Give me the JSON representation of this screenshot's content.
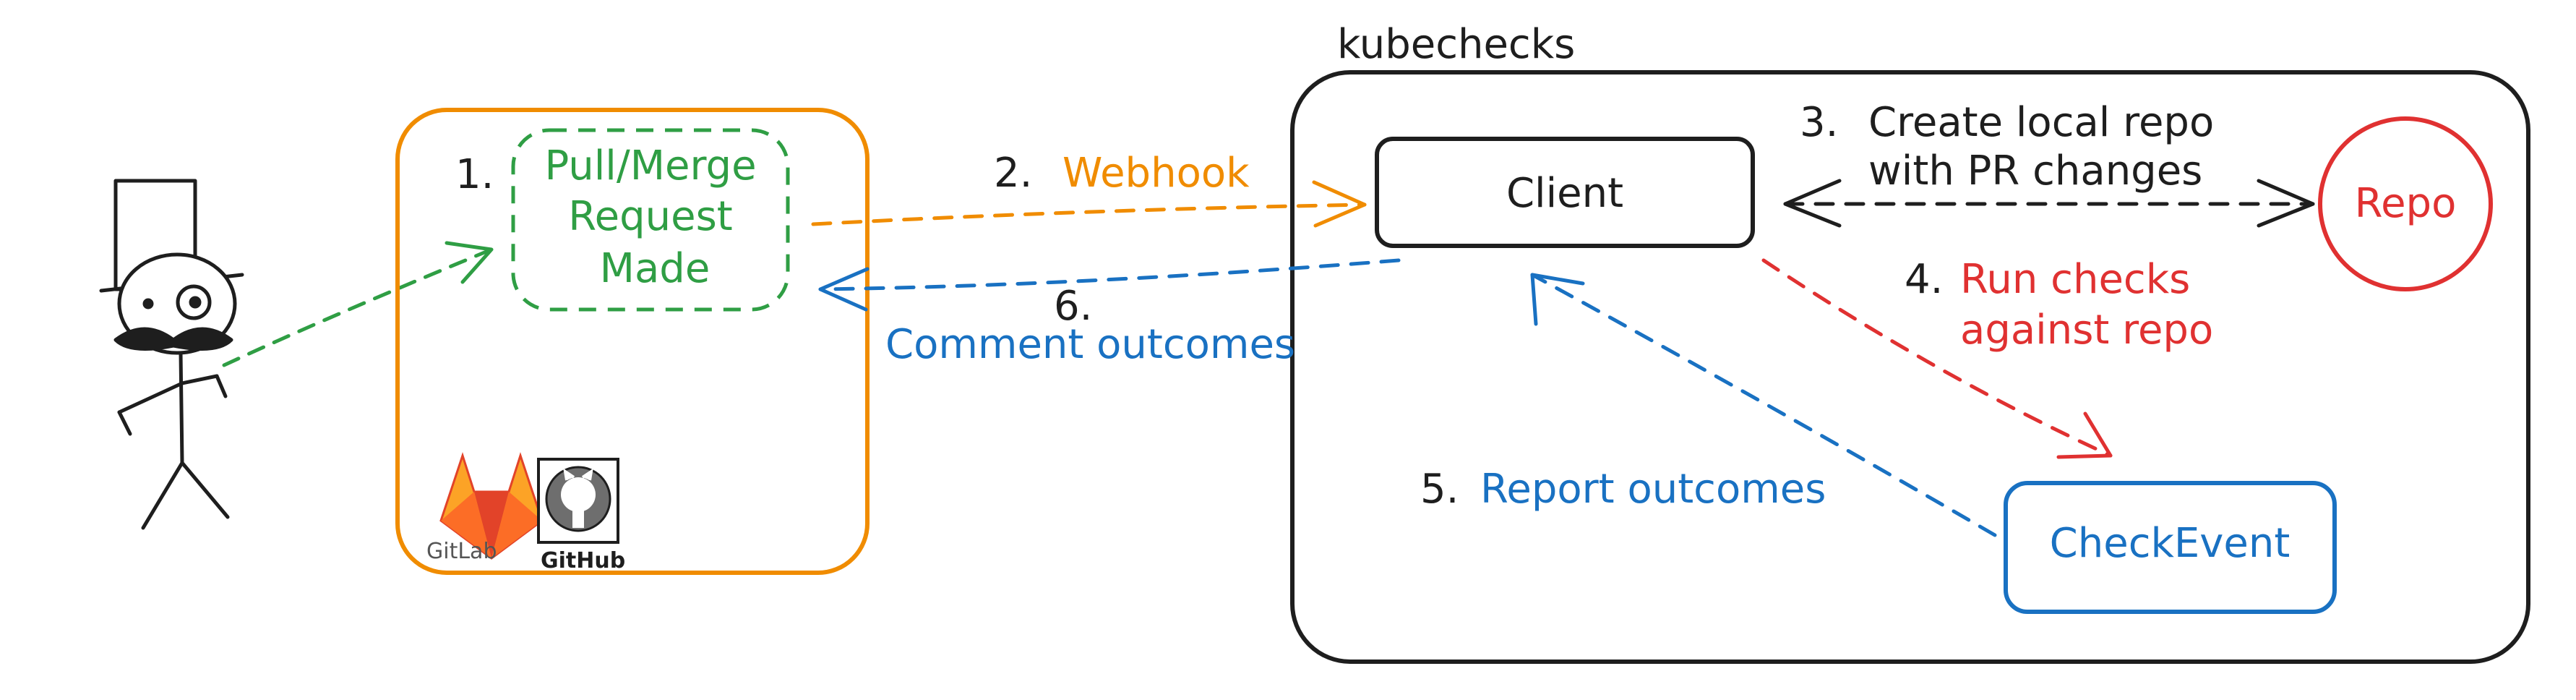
{
  "system": {
    "title": "kubechecks"
  },
  "vcs": {
    "step": "1.",
    "request_lines": [
      "Pull/Merge",
      "Request",
      "Made"
    ],
    "gitlab_label": "GitLab",
    "github_label": "GitHub"
  },
  "nodes": {
    "client": "Client",
    "repo": "Repo",
    "checkevent": "CheckEvent"
  },
  "steps": {
    "webhook": {
      "num": "2.",
      "text": "Webhook"
    },
    "create_repo": {
      "num": "3.",
      "line1": "Create local repo",
      "line2": "with PR changes"
    },
    "run_checks": {
      "num": "4.",
      "line1": "Run checks",
      "line2": "against repo"
    },
    "report": {
      "num": "5.",
      "text": "Report outcomes"
    },
    "comment": {
      "num": "6.",
      "text": "Comment outcomes"
    }
  },
  "colors": {
    "ink": "#1e1e1e",
    "green": "#2f9e44",
    "orange": "#f08c00",
    "blue": "#1971c2",
    "red": "#e03131"
  },
  "icons": [
    "user-stickfigure-icon",
    "gitlab-logo-icon",
    "github-logo-icon"
  ]
}
